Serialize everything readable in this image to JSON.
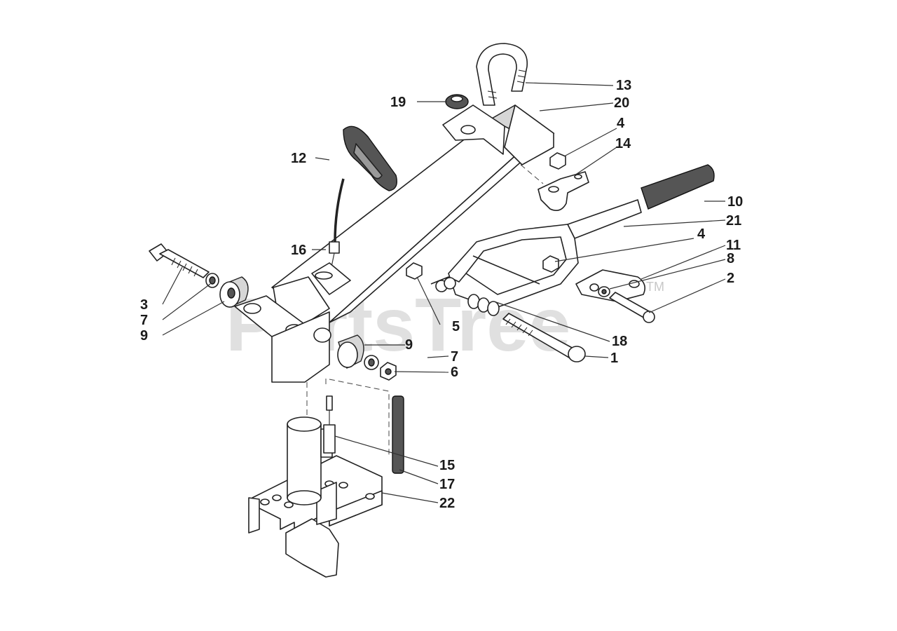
{
  "watermark": {
    "text": "PartsTree",
    "tm": "TM"
  },
  "callouts": [
    {
      "id": "13",
      "label": "13"
    },
    {
      "id": "20",
      "label": "20"
    },
    {
      "id": "19",
      "label": "19"
    },
    {
      "id": "4a",
      "label": "4"
    },
    {
      "id": "14",
      "label": "14"
    },
    {
      "id": "12",
      "label": "12"
    },
    {
      "id": "10",
      "label": "10"
    },
    {
      "id": "21",
      "label": "21"
    },
    {
      "id": "16",
      "label": "16"
    },
    {
      "id": "4b",
      "label": "4"
    },
    {
      "id": "11",
      "label": "11"
    },
    {
      "id": "8",
      "label": "8"
    },
    {
      "id": "2",
      "label": "2"
    },
    {
      "id": "3",
      "label": "3"
    },
    {
      "id": "7a",
      "label": "7"
    },
    {
      "id": "9a",
      "label": "9"
    },
    {
      "id": "5",
      "label": "5"
    },
    {
      "id": "18",
      "label": "18"
    },
    {
      "id": "9b",
      "label": "9"
    },
    {
      "id": "7b",
      "label": "7"
    },
    {
      "id": "1",
      "label": "1"
    },
    {
      "id": "6",
      "label": "6"
    },
    {
      "id": "15",
      "label": "15"
    },
    {
      "id": "17",
      "label": "17"
    },
    {
      "id": "22",
      "label": "22"
    }
  ]
}
